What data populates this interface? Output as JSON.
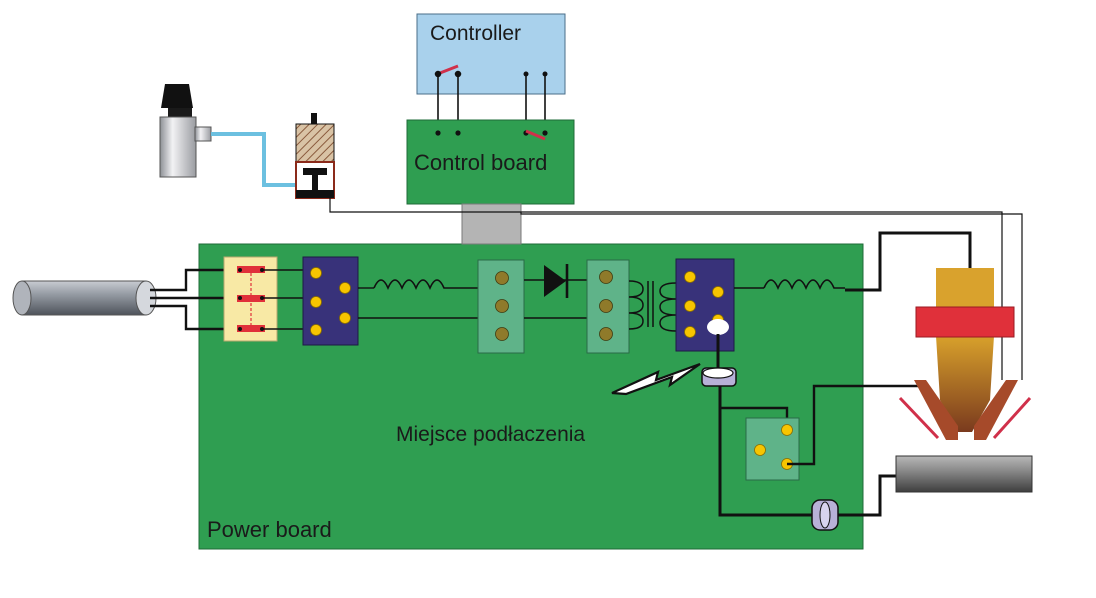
{
  "labels": {
    "controller": "Controller",
    "control_board": "Control board",
    "connection_point": "Miejsce podłaczenia",
    "power_board": "Power board"
  },
  "colors": {
    "board_green": "#2f9e51",
    "controller_blue": "#a9d1ec",
    "terminal_navy": "#38327a",
    "terminal_green": "#5fb389",
    "terminal_yellow": "#f7c500",
    "fuse_yellow": "#f8e9a5",
    "clamp_red": "#e0303a",
    "wire": "#111111",
    "air_hose": "#6cc0e0"
  }
}
